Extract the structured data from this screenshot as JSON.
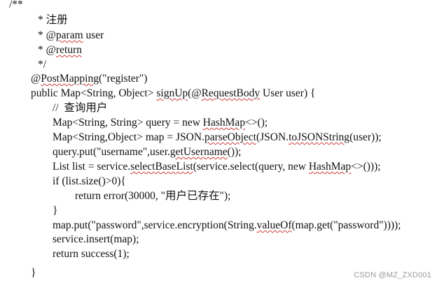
{
  "code": {
    "l01": "/**",
    "l02": "* 注册",
    "l03_a": "* @",
    "l03_b": "param",
    "l03_c": " user",
    "l04_a": "* @",
    "l04_b": "return",
    "l05": "*/",
    "l06_a": "@",
    "l06_b": "PostMapping",
    "l06_c": "(\"register\")",
    "l07_a": "public Map<String, Object> ",
    "l07_b": "signUp",
    "l07_c": "(@",
    "l07_d": "RequestBody",
    "l07_e": " User user) {",
    "l08": "//  查询用户",
    "l09_a": "Map<String, String> query = new ",
    "l09_b": "HashMap",
    "l09_c": "<>();",
    "l10_a": "Map<String,Object> map = JSON.",
    "l10_b": "parseObject",
    "l10_c": "(JSON.",
    "l10_d": "toJSONString",
    "l10_e": "(user));",
    "l11_a": "query.put(\"username\",user.",
    "l11_b": "getUsername",
    "l11_c": "());",
    "l12_a": "List list = service.",
    "l12_b": "selectBaseList",
    "l12_c": "(service.select(query, new ",
    "l12_d": "HashMap",
    "l12_e": "<>()));",
    "l13": "if (list.size()>0){",
    "l14": "return error(30000, \"用户已存在\");",
    "l15": "}",
    "l16_a": "map.put(\"password\",service.encryption(String.",
    "l16_b": "valueOf",
    "l16_c": "(map.get(\"password\"))));",
    "l17": "service.insert(map);",
    "l18": "return success(1);",
    "l19": "}"
  },
  "watermark": "CSDN @MZ_ZXD001",
  "colors": {
    "text": "#111111",
    "spellcheck_underline": "#d13b3b",
    "watermark": "#9a9a9a"
  }
}
